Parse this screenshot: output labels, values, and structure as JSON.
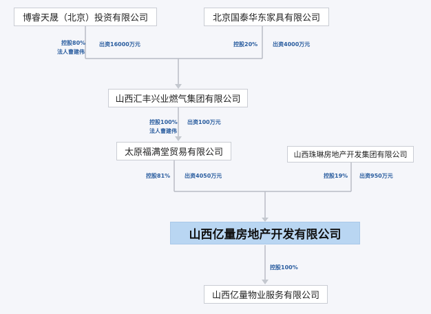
{
  "nodes": {
    "boruitiansheng": "博睿天晟（北京）投资有限公司",
    "beijing_guotai": "北京国泰华东家具有限公司",
    "huifeng": "山西汇丰兴业燃气集团有限公司",
    "fumantang": "太原福满堂贸易有限公司",
    "zhulin": "山西珠琳房地产开发集团有限公司",
    "yiliang": "山西亿量房地产开发有限公司",
    "yiliang_wuye": "山西亿量物业服务有限公司"
  },
  "labels": {
    "boruitiansheng_share": "控股80%",
    "boruitiansheng_rep": "法人曹建伟",
    "boruitiansheng_capital": "出资16000万元",
    "beijing_share": "控股20%",
    "beijing_capital": "出资4000万元",
    "huifeng_share": "控股100%",
    "huifeng_rep": "法人曹建伟",
    "huifeng_capital": "出资100万元",
    "fumantang_share": "控股81%",
    "fumantang_capital": "出资4050万元",
    "zhulin_share": "控股19%",
    "zhulin_capital": "出资950万元",
    "yiliang_share": "控股100%"
  },
  "colors": {
    "background": "#f5f6fa",
    "node_border": "#c9ccd3",
    "main_fill": "#b9d6f2",
    "label_text": "#2a5d9f",
    "connector": "#b8bcc4"
  }
}
